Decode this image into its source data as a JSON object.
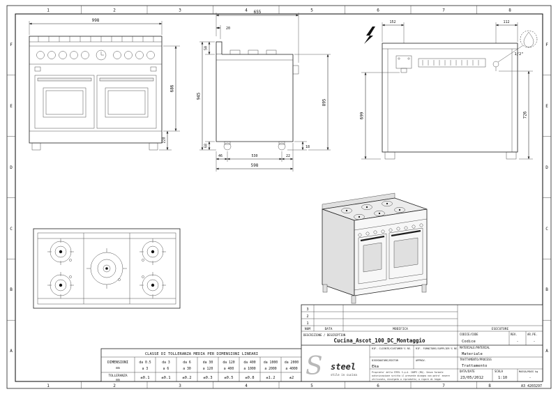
{
  "sheet": {
    "code": "A3 4203297",
    "paper_color": "#ffffff",
    "line_color": "#1c1c1c"
  },
  "grid": {
    "cols": [
      "1",
      "2",
      "3",
      "4",
      "5",
      "6",
      "7",
      "8"
    ],
    "rows": [
      "F",
      "E",
      "D",
      "C",
      "B",
      "A"
    ]
  },
  "views": {
    "front": {
      "dim_width": "998",
      "dim_height": "686",
      "dim_base": "228"
    },
    "side": {
      "dim_depth_total": "655",
      "dim_top_gap": "20",
      "dim_splash_height": "50",
      "dim_total_height": "945",
      "dim_plinth": "68",
      "dim_body_height": "895",
      "dim_rear_offset": "46",
      "dim_feet_span": "530",
      "dim_front_offset": "22",
      "dim_body_depth": "598",
      "dim_caster": "18"
    },
    "rear": {
      "dim_elec_offset": "152",
      "dim_gas_offset": "112",
      "dim_elec_height": "699",
      "dim_gas_height": "726",
      "gas_connection": "1/2\""
    }
  },
  "icons": {
    "electric_bolt_icon": "electrical-connection",
    "flame_icon": "gas-connection",
    "clock_icon": "oven-timer"
  },
  "tolerance": {
    "title": "CLASSE DI TOLLERANZA MEDIA PER DIMENSIONI LINEARI",
    "dim_label": "DIMENSIONI",
    "tol_label": "TOLLERANZA",
    "unit": "mm",
    "ranges": [
      {
        "from": "da 0.5",
        "to": "a 3"
      },
      {
        "from": "da 3",
        "to": "a 6"
      },
      {
        "from": "da 6",
        "to": "a 30"
      },
      {
        "from": "da 30",
        "to": "a 120"
      },
      {
        "from": "da 120",
        "to": "a 400"
      },
      {
        "from": "da 400",
        "to": "a 1000"
      },
      {
        "from": "da 1000",
        "to": "a 2000"
      },
      {
        "from": "da 2000",
        "to": "a 4000"
      }
    ],
    "values": [
      "±0.1",
      "±0.1",
      "±0.2",
      "±0.3",
      "±0.5",
      "±0.8",
      "±1.2",
      "±2"
    ]
  },
  "titleblock": {
    "rev_rows": [
      "3",
      "2",
      "1"
    ],
    "col_num": "NUM",
    "col_data": "DATA",
    "col_modifica": "MODIFICA",
    "esecutore_label": "ESECUTORE",
    "descrizione_label": "DESCRIZIONE / DESCRIPTION",
    "descrizione": "Cucina_Ascot_100_DC_Montaggio",
    "codice_label": "CODICE/CODE",
    "codice": "Codice",
    "rev_label": "REV.",
    "rev": "-",
    "arpe_label": "AR.PE.",
    "arpe": "-",
    "materiale_label": "MATERIALE/MATERIAL",
    "materiale": "Materiale",
    "trattamento_label": "TRATTAMENTO/PROCESS",
    "trattamento": "Trattamento",
    "rif_cliente_label": "RIF. CLIENTE/CUSTOMER'S RE.",
    "rif_fornitore_label": "RIF. FORNITORE/SUPPLIER'S RE.",
    "disegnatore_label": "DISEGNATORE/EDITOR",
    "disegnatore": "Eka",
    "approv_label": "APPROV.",
    "date_label": "DATA/DATE",
    "date": "23/05/2012",
    "scala_label": "SCALA",
    "scala": "1:10",
    "massa_label": "MASSA/MASS kg",
    "massa": "-",
    "logo_mark": "S",
    "brand": "steel",
    "tagline": "stile in cucina",
    "note_line1": "Proprieta' della STEEL S.p.A. CAMPI (MO). Senza formale",
    "note_line2": "autorizzazione scritta il presente disegno non potra' essere",
    "note_line3": "utilizzato, divulgato o riprodotto; a rigore di legge."
  }
}
